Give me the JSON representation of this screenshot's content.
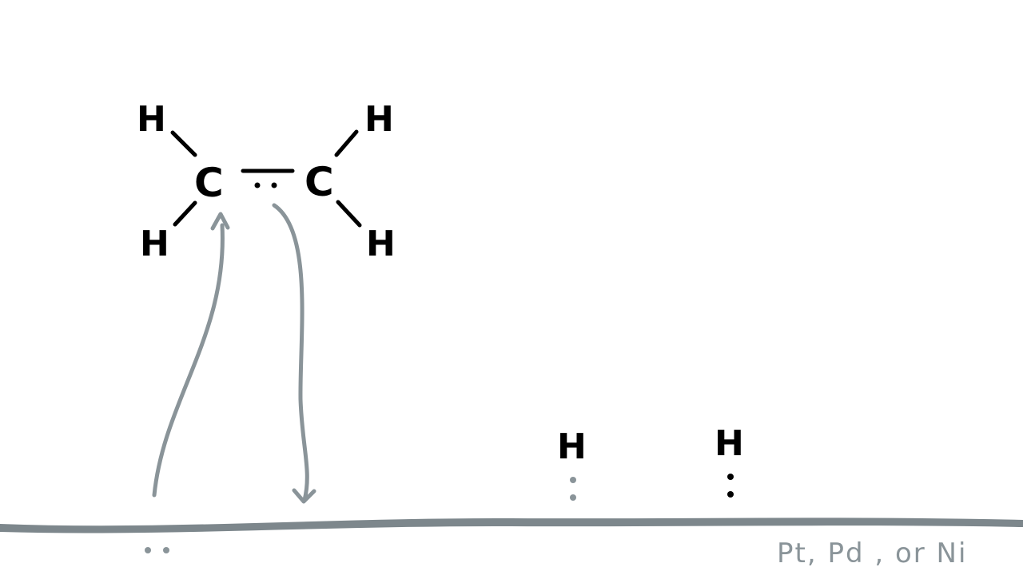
{
  "molecule": {
    "carbon_left": "C",
    "carbon_right": "C",
    "h_top_left": "H",
    "h_bottom_left": "H",
    "h_top_right": "H",
    "h_bottom_right": "H"
  },
  "surface_hydrogens": {
    "h1": "H",
    "h2": "H"
  },
  "catalyst_label": "Pt, Pd , or Ni",
  "colors": {
    "ink": "#000000",
    "arrow_gray": "#8a9499",
    "surface_gray": "#7d878c",
    "background": "#ffffff"
  }
}
